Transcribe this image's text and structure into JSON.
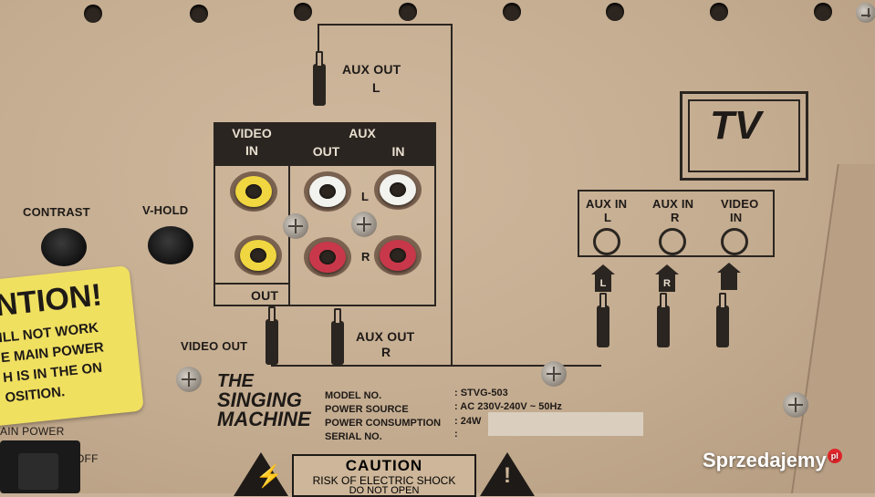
{
  "labels": {
    "contrast": "CONTRAST",
    "v_hold": "V-HOLD",
    "video_in_header": "VIDEO",
    "video_in_sub": "IN",
    "aux_header": "AUX",
    "aux_out_sub": "OUT",
    "aux_in_sub": "IN",
    "out_label": "OUT",
    "l": "L",
    "r": "R",
    "aux_out_top": "AUX OUT",
    "aux_out_top_ch": "L",
    "video_out": "VIDEO OUT",
    "aux_out_bottom": "AUX OUT",
    "aux_out_bottom_ch": "R",
    "tv": "TV",
    "tv_aux_in_l": "AUX IN",
    "tv_aux_in_l_ch": "L",
    "tv_aux_in_r": "AUX IN",
    "tv_aux_in_r_ch": "R",
    "tv_video_in": "VIDEO",
    "tv_video_in_sub": "IN",
    "arrow_l": "L",
    "arrow_r": "R"
  },
  "sticker": {
    "line1": "NTION!",
    "line2": "ILL NOT WORK",
    "line3": "E MAIN POWER",
    "line4": "H IS IN THE ON",
    "line5": "OSITION."
  },
  "logo": {
    "line1": "THE",
    "line2": "SINGING",
    "line3": "MACHINE"
  },
  "specs": {
    "model_label": "MODEL NO.",
    "model_value": ": STVG-503",
    "power_source_label": "POWER SOURCE",
    "power_source_value": ": AC 230V-240V ~ 50Hz",
    "power_consumption_label": "POWER CONSUMPTION",
    "power_consumption_value": ": 24W",
    "serial_label": "SERIAL NO.",
    "serial_value": ":"
  },
  "caution": {
    "title": "CAUTION",
    "line1": "RISK OF ELECTRIC SHOCK",
    "line2": "DO NOT OPEN"
  },
  "main_power": {
    "label": "AIN POWER",
    "off": "OFF"
  },
  "watermark": {
    "text": "Sprzedajemy",
    "badge": "pl"
  },
  "colors": {
    "panel": "#c7b097",
    "ink": "#2a2520",
    "video_jack": "#f0d640",
    "aux_l_jack": "#f2f2ee",
    "aux_r_jack": "#c8384a",
    "sticker": "#f0e060"
  }
}
